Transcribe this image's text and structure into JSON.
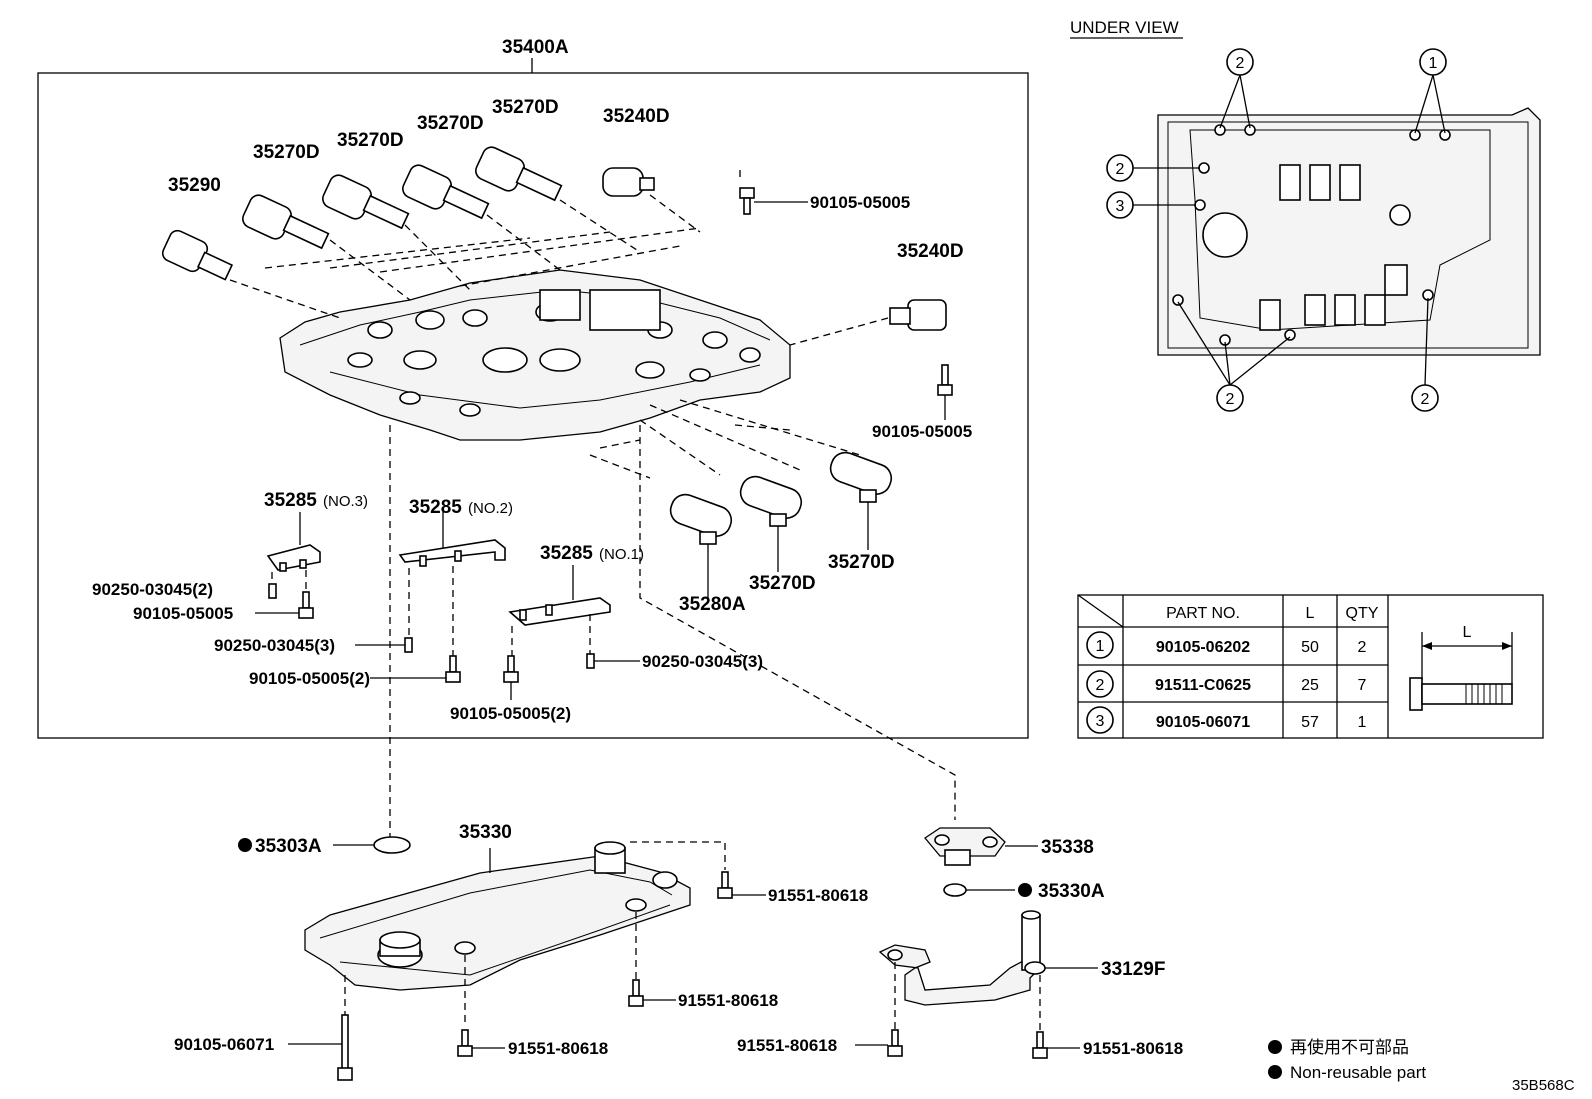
{
  "assembly_label": "35400A",
  "under_view": {
    "title": "UNDER VIEW",
    "markers": [
      "2",
      "1",
      "2",
      "3",
      "2",
      "2"
    ]
  },
  "callouts": {
    "solenoid_35290": "35290",
    "solenoid_a": "35270D",
    "solenoid_b": "35270D",
    "solenoid_c": "35270D",
    "solenoid_d": "35270D",
    "solenoid_240_top": "35240D",
    "bolt_top": "90105-05005",
    "solenoid_240_right": "35240D",
    "bolt_right": "90105-05005",
    "plate_no3": "35285",
    "plate_no3_suffix": "(NO.3)",
    "plate_no2": "35285",
    "plate_no2_suffix": "(NO.2)",
    "plate_no1": "35285",
    "plate_no1_suffix": "(NO.1)",
    "pin_no3": "90250-03045(2)",
    "bolt_no3": "90105-05005",
    "pin_no2": "90250-03045(3)",
    "bolt_no2": "90105-05005(2)",
    "bolt_no1": "90105-05005(2)",
    "pin_no1": "90250-03045(3)",
    "solenoid_280a": "35280A",
    "solenoid_e": "35270D",
    "solenoid_f": "35270D",
    "oring": "35303A",
    "strainer": "35330",
    "strainer_bolt_a": "91551-80618",
    "strainer_bolt_b": "91551-80618",
    "strainer_bolt_c": "91551-80618",
    "long_bolt": "90105-06071",
    "block": "35338",
    "oring_small": "35330A",
    "pipe": "33129F",
    "pipe_bolt_a": "91551-80618",
    "pipe_bolt_b": "91551-80618"
  },
  "bolt_table": {
    "headers": [
      "PART NO.",
      "L",
      "QTY"
    ],
    "rows": [
      {
        "mark": "1",
        "part_no": "90105-06202",
        "l": "50",
        "qty": "2"
      },
      {
        "mark": "2",
        "part_no": "91511-C0625",
        "l": "25",
        "qty": "7"
      },
      {
        "mark": "3",
        "part_no": "90105-06071",
        "l": "57",
        "qty": "1"
      }
    ],
    "dimension_label": "L"
  },
  "legend": {
    "line_jp": "再使用不可部品",
    "line_en": "Non-reusable part"
  },
  "figure_code": "35B568C"
}
